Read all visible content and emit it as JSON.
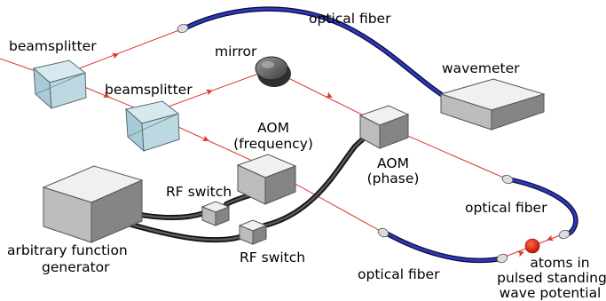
{
  "labels": {
    "beamsplitter_1": "beamsplitter",
    "beamsplitter_2": "beamsplitter",
    "mirror": "mirror",
    "optical_fiber_top": "optical fiber",
    "wavemeter": "wavemeter",
    "aom_frequency_line1": "AOM",
    "aom_frequency_line2": "(frequency)",
    "aom_phase_line1": "AOM",
    "aom_phase_line2": "(phase)",
    "rf_switch_1": "RF switch",
    "rf_switch_2": "RF switch",
    "afg_line1": "arbitrary function",
    "afg_line2": "generator",
    "optical_fiber_right": "optical fiber",
    "optical_fiber_bottom": "optical fiber",
    "atoms_line1": "atoms in",
    "atoms_line2": "pulsed standing",
    "atoms_line3": "wave potential"
  },
  "colors": {
    "laser_beam": "#d9352a",
    "fiber": "#2c3ab8",
    "beamsplitter_glass": "#b8d6df",
    "box_top": "#f0f0f0",
    "box_front": "#bdbdbd",
    "box_side": "#8f8f8f",
    "atoms": "#e21b0c"
  }
}
